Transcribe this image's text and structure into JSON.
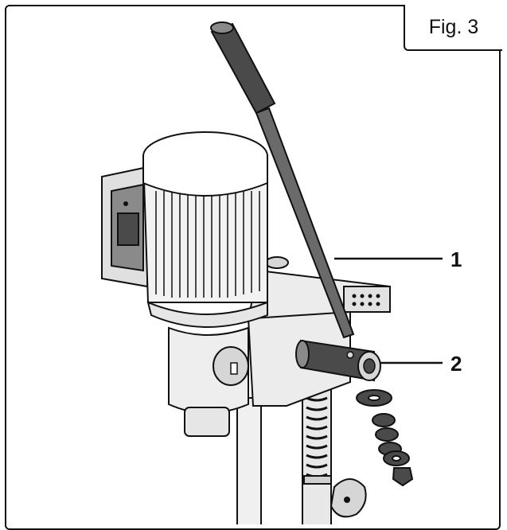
{
  "figure": {
    "label": "Fig. 3"
  },
  "callouts": [
    {
      "number": "1",
      "part": "lever-handle"
    },
    {
      "number": "2",
      "part": "lever-hub"
    }
  ],
  "colors": {
    "outline": "#111111",
    "dark_part": "#4a4a4a",
    "mid_part": "#8a8a8a",
    "light_part": "#d6d6d6",
    "background": "#ffffff"
  }
}
